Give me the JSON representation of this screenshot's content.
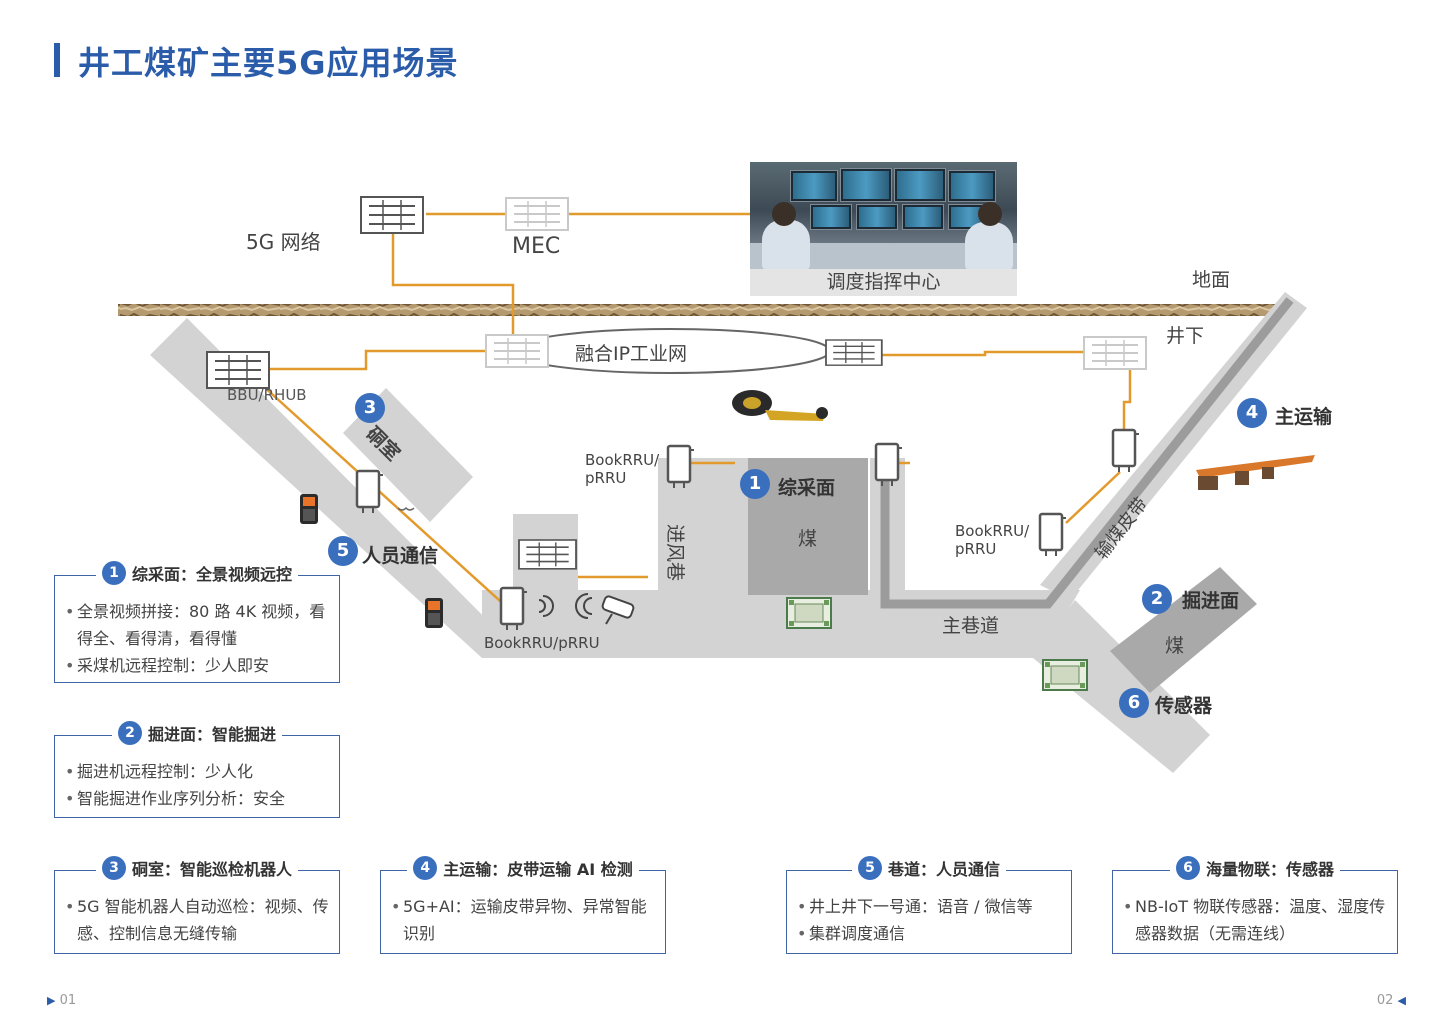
{
  "header": {
    "title": "井工煤矿主要5G应用场景"
  },
  "diagram": {
    "labels": {
      "network_5g": "5G 网络",
      "mec": "MEC",
      "control_center": "调度指挥中心",
      "ground": "地面",
      "underground": "井下",
      "ip_network": "融合IP工业网",
      "bbu": "BBU/RHUB",
      "chamber": "硐室",
      "intake_airway": "进风巷",
      "coal_mining_face": "综采面",
      "coal_1": "煤",
      "bookrru_left": "BookRRU/\npRRU",
      "bookrru_right": "BookRRU/\npRRU",
      "bookrru_bottom": "BookRRU/pRRU",
      "main_transport": "主运输",
      "conveyor_belt": "输煤皮带",
      "excavation_face": "掘进面",
      "coal_2": "煤",
      "main_roadway": "主巷道",
      "personnel_comm": "人员通信",
      "sensor": "传感器"
    },
    "markers": {
      "m1": "1",
      "m2": "2",
      "m3": "3",
      "m4": "4",
      "m5": "5",
      "m6": "6"
    },
    "colors": {
      "accent": "#2a5caa",
      "link": "#e39a2c",
      "tunnel": "#d3d3d3",
      "coal": "#a9a9a9"
    }
  },
  "scenarios": [
    {
      "num": "1",
      "title": "综采面：全景视频远控",
      "items": [
        "全景视频拼接：80 路 4K 视频，看得全、看得清，看得懂",
        "采煤机远程控制：少人即安"
      ]
    },
    {
      "num": "2",
      "title": "掘进面：智能掘进",
      "items": [
        "掘进机远程控制：少人化",
        "智能掘进作业序列分析：安全"
      ]
    },
    {
      "num": "3",
      "title": "硐室：智能巡检机器人",
      "items": [
        "5G 智能机器人自动巡检：视频、传感、控制信息无缝传输"
      ]
    },
    {
      "num": "4",
      "title": "主运输：皮带运输 AI 检测",
      "items": [
        "5G+AI：运输皮带异物、异常智能识别"
      ]
    },
    {
      "num": "5",
      "title": "巷道：人员通信",
      "items": [
        "井上井下一号通：语音 / 微信等",
        "集群调度通信"
      ]
    },
    {
      "num": "6",
      "title": "海量物联：传感器",
      "items": [
        "NB-IoT 物联传感器：温度、湿度传感器数据（无需连线）"
      ]
    }
  ],
  "footer": {
    "page_left": "01",
    "page_right": "02"
  }
}
